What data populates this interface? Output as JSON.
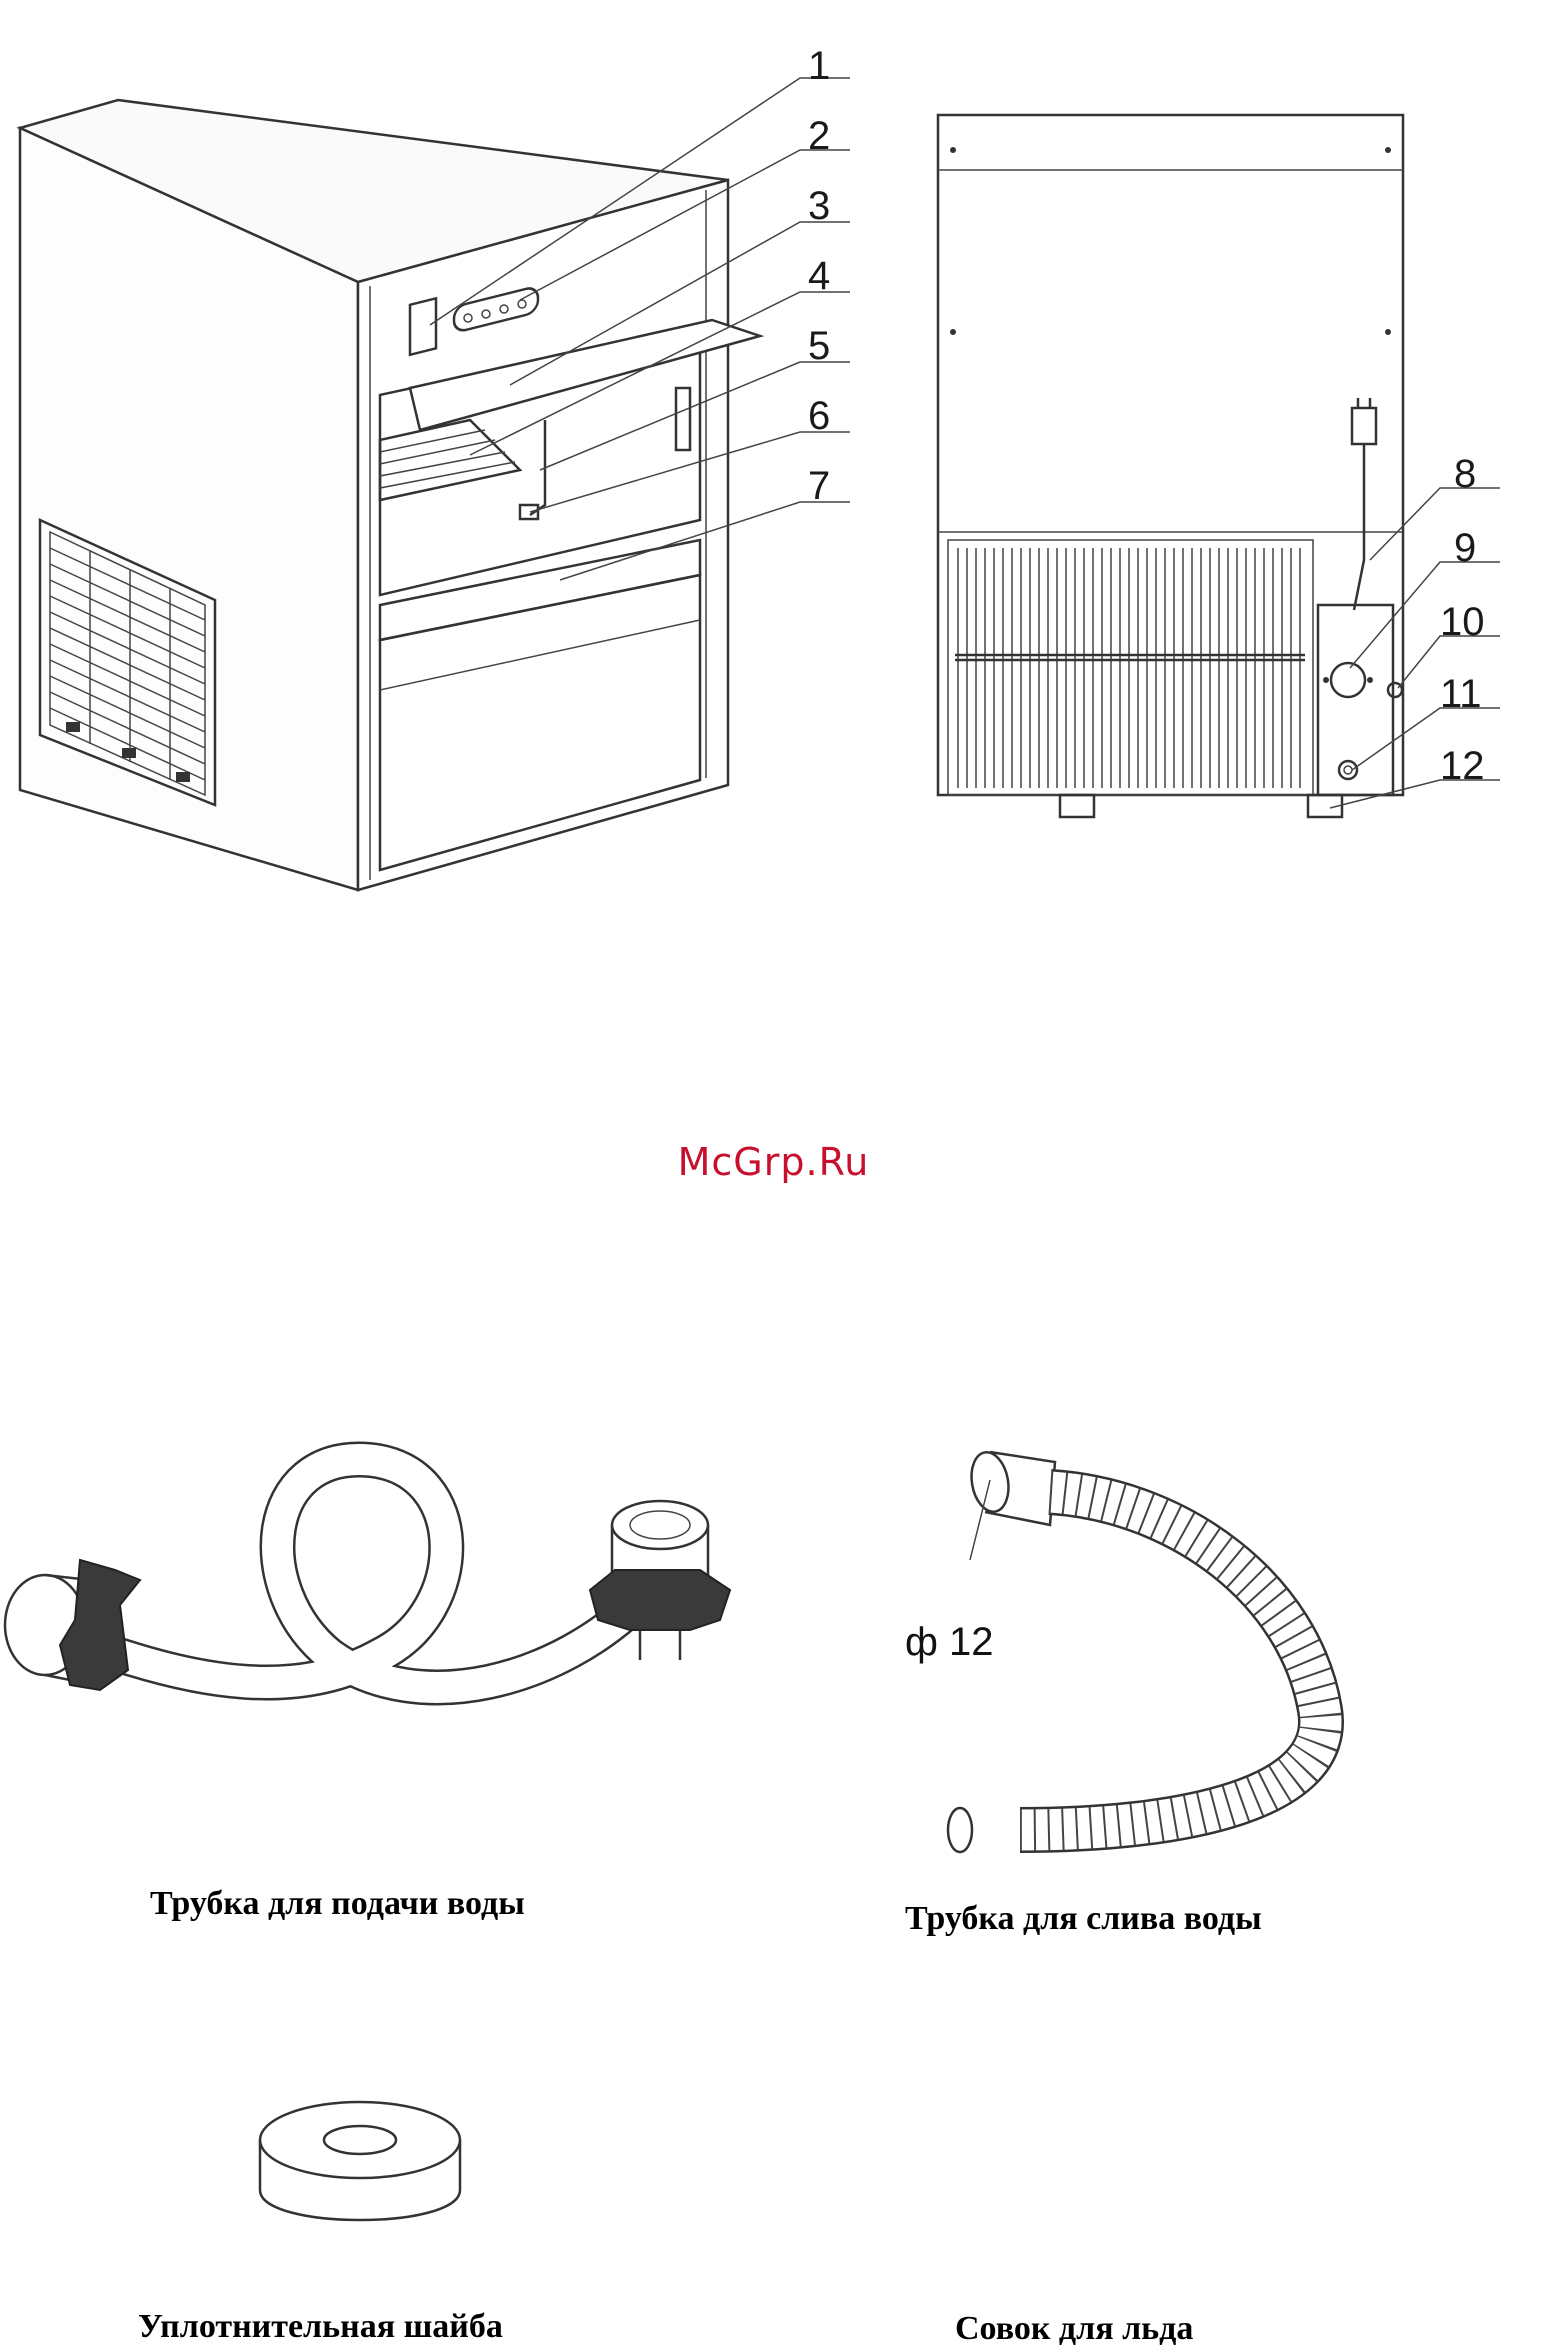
{
  "watermark": {
    "text": "McGrp.Ru",
    "color": "#c8102e"
  },
  "callouts_front": [
    "1",
    "2",
    "3",
    "4",
    "5",
    "6",
    "7"
  ],
  "callouts_back": [
    "8",
    "9",
    "10",
    "11",
    "12"
  ],
  "accessories": {
    "supply_hose": "Трубка для подачи воды",
    "drain_hose": "Трубка для слива воды",
    "drain_diameter": "ф 12",
    "seal_washer": "Уплотнительная шайба",
    "ice_scoop": "Совок для льда"
  }
}
